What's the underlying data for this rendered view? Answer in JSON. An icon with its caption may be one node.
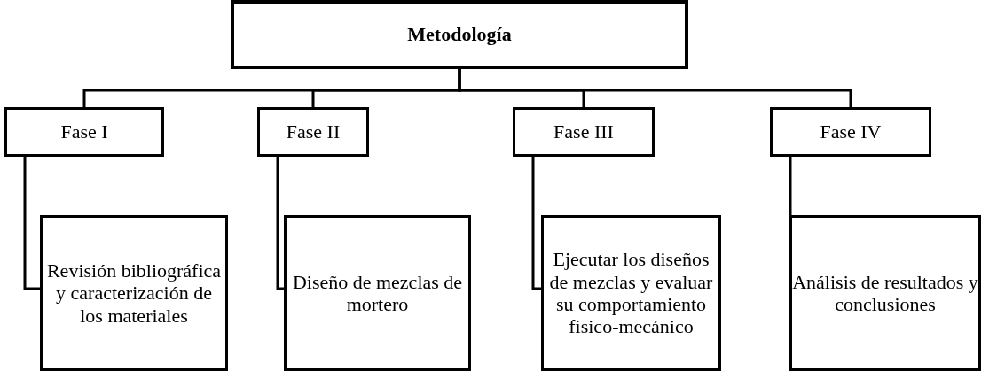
{
  "diagram": {
    "nodes": [
      {
        "text": [
          "Metodología"
        ]
      },
      {
        "text": [
          "Fase I"
        ]
      },
      {
        "text": [
          "Fase II"
        ]
      },
      {
        "text": [
          "Fase III"
        ]
      },
      {
        "text": [
          "Fase IV"
        ]
      },
      {
        "text": [
          "Revisión bibliográfica y caracterización de los materiales"
        ]
      },
      {
        "text": [
          "Diseño de mezclas de mortero"
        ]
      },
      {
        "text": [
          "Ejecutar los diseños de mezclas y evaluar su comportamiento físico-mecánico"
        ]
      },
      {
        "text": [
          "Análisis de resultados y conclusiones"
        ]
      }
    ],
    "edges": [
      {
        "from": 0,
        "to": 1,
        "arrow": "none"
      },
      {
        "from": 0,
        "to": 2,
        "arrow": "none"
      },
      {
        "from": 0,
        "to": 3,
        "arrow": "none"
      },
      {
        "from": 0,
        "to": 4,
        "arrow": "none"
      },
      {
        "from": 1,
        "to": 5,
        "arrow": "none"
      },
      {
        "from": 2,
        "to": 6,
        "arrow": "none"
      },
      {
        "from": 3,
        "to": 7,
        "arrow": "none"
      },
      {
        "from": 4,
        "to": 8,
        "arrow": "none"
      }
    ]
  }
}
